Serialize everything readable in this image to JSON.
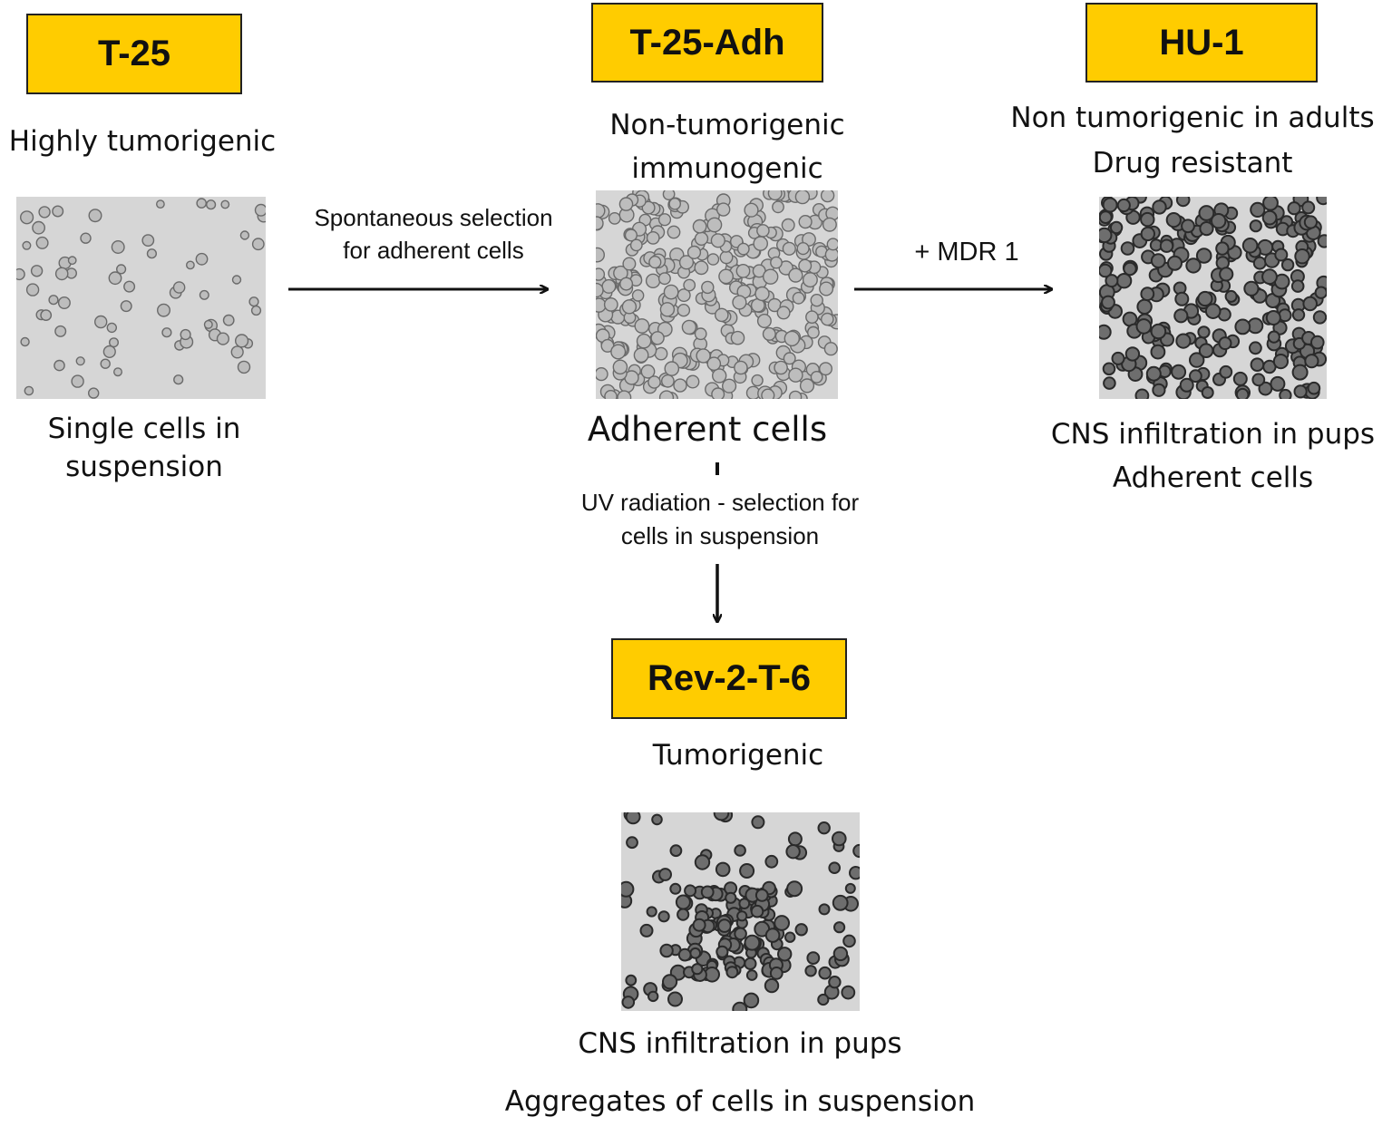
{
  "nodes": {
    "t25": {
      "label": "T-25",
      "property": "Highly tumorigenic",
      "caption_line1": "Single cells in",
      "caption_line2": "suspension"
    },
    "t25adh": {
      "label": "T-25-Adh",
      "property_line1": "Non-tumorigenic",
      "property_line2": "immunogenic",
      "caption": "Adherent  cells"
    },
    "hu1": {
      "label": "HU-1",
      "property_line1": "Non tumorigenic in adults",
      "property_line2": "Drug resistant",
      "caption_line1": "CNS infiltration in pups",
      "caption_line2": "Adherent cells"
    },
    "rev2t6": {
      "label": "Rev-2-T-6",
      "property": "Tumorigenic",
      "caption_line1": "CNS infiltration in pups",
      "caption_line2": "Aggregates of cells in suspension"
    }
  },
  "edges": {
    "t25_to_t25adh": {
      "label_line1": "Spontaneous selection",
      "label_line2": "for adherent cells"
    },
    "t25adh_to_hu1": {
      "label": "+ MDR 1"
    },
    "t25adh_to_rev2t6": {
      "label_line1": "UV radiation - selection for",
      "label_line2": "cells in suspension"
    }
  },
  "colors": {
    "label_box": "#FFCC00",
    "micrograph_bg": "#d6d6d6",
    "cell_fill": "#9a9a9a"
  },
  "icons": {
    "micrograph": "cell-micrograph-image",
    "arrow": "right-arrow / down-arrow"
  }
}
